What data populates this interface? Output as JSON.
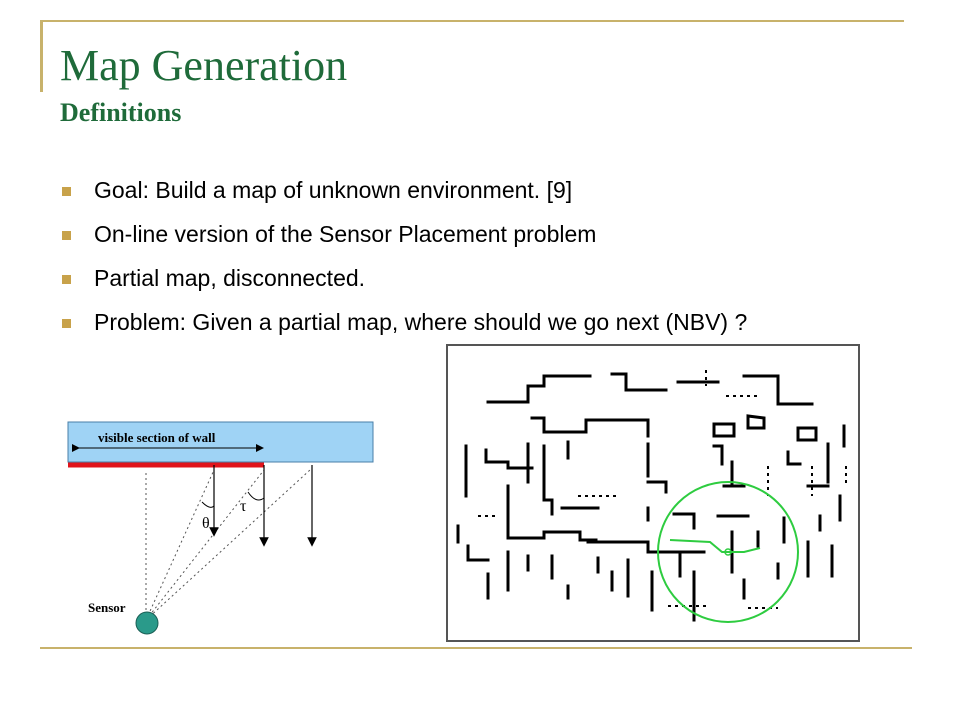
{
  "slide": {
    "title": "Map Generation",
    "subtitle": "Definitions"
  },
  "bullets": [
    "Goal: Build a map of unknown environment. [9]",
    "On-line version of the Sensor Placement problem",
    "Partial map, disconnected.",
    "Problem: Given a partial map, where should we go next (NBV) ?"
  ],
  "diagram": {
    "wall_label": "visible section of wall",
    "sensor_label": "Sensor",
    "theta_symbol": "θ",
    "tau_symbol": "τ"
  },
  "colors": {
    "title": "#1f6b3a",
    "accent_rule": "#c8b26b",
    "bullet": "#c8a24a",
    "wall_fill": "#9fd3f5",
    "visible_wall": "#e0141b",
    "sensor": "#2a9a8a",
    "view_circle": "#2ecc40"
  }
}
